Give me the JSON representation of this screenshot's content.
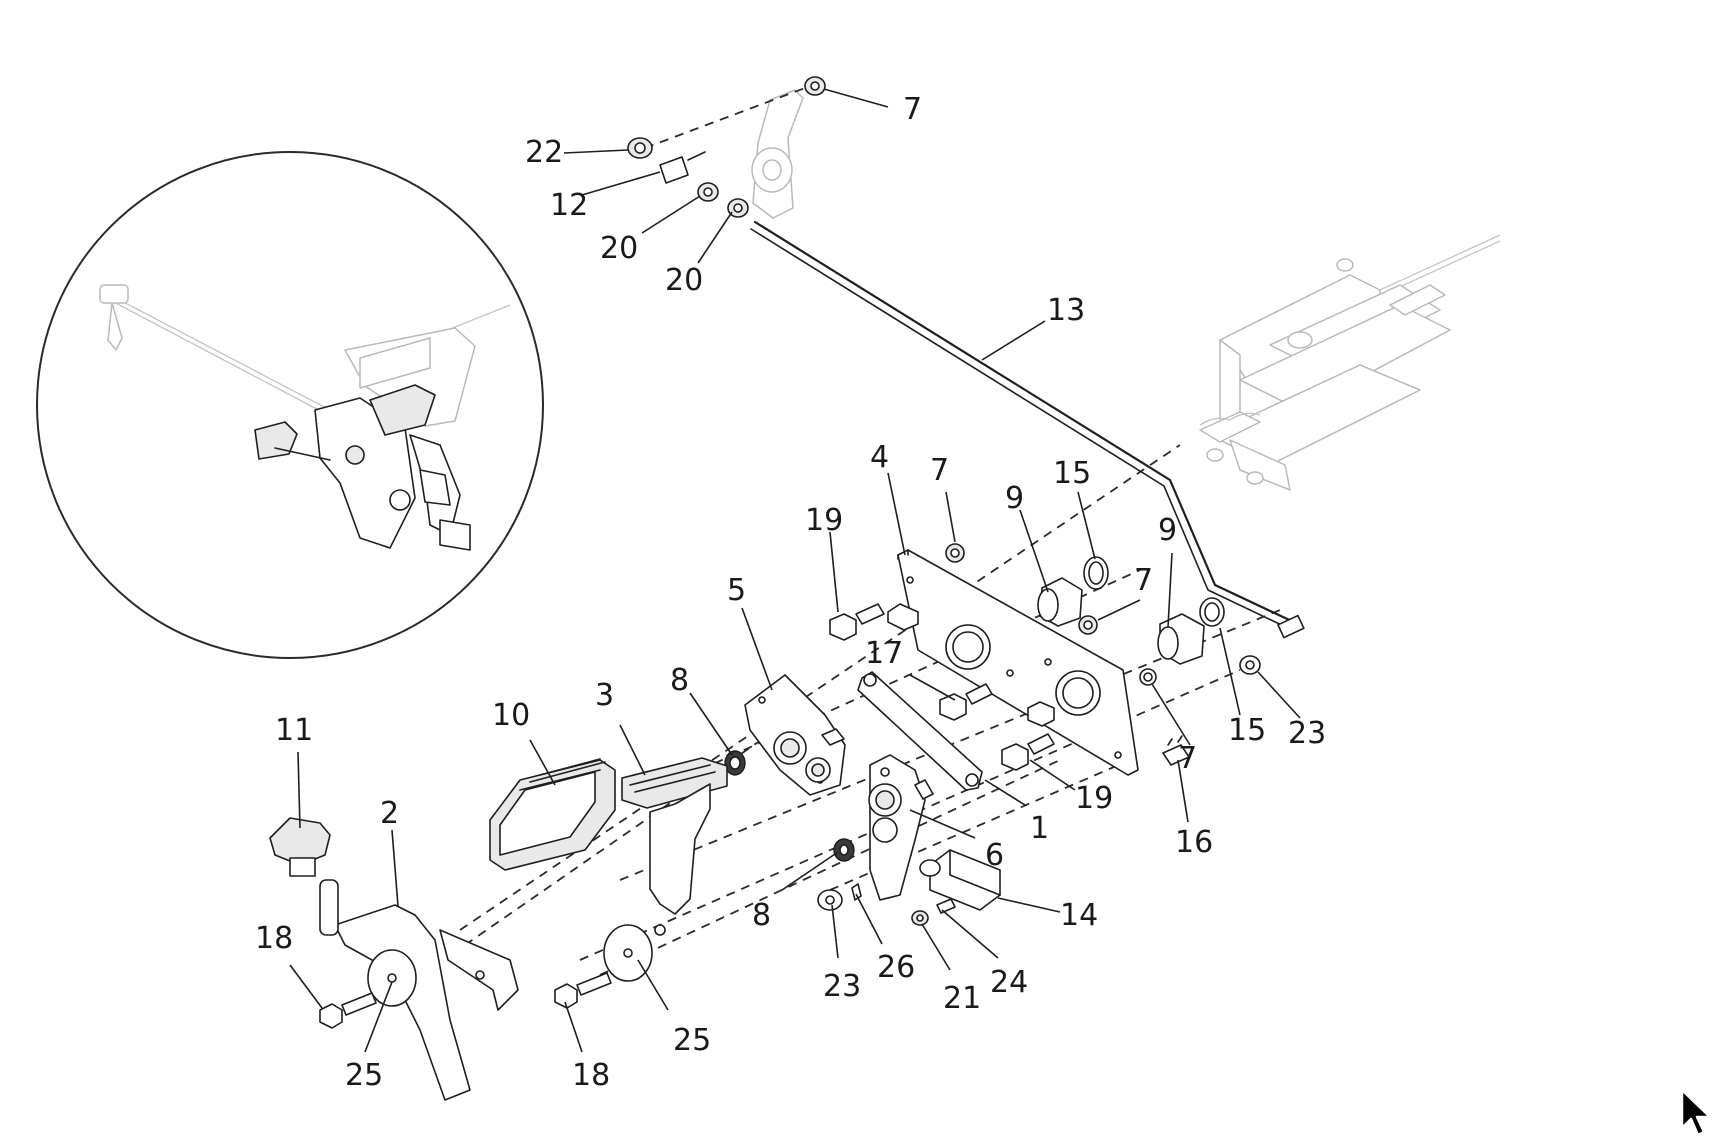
{
  "diagram": {
    "type": "exploded parts diagram",
    "part_labels": {
      "p7a": "7",
      "p22": "22",
      "p12": "12",
      "p20a": "20",
      "p20b": "20",
      "p13": "13",
      "p4": "4",
      "p7b": "7",
      "p9a": "9",
      "p15a": "15",
      "p19a": "19",
      "p7c": "7",
      "p9b": "9",
      "p5": "5",
      "p17": "17",
      "p8a": "8",
      "p3": "3",
      "p10": "10",
      "p11": "11",
      "p2": "2",
      "p15b": "15",
      "p23a": "23",
      "p7d": "7",
      "p19b": "19",
      "p1": "1",
      "p16": "16",
      "p6": "6",
      "p14": "14",
      "p8b": "8",
      "p23b": "23",
      "p26": "26",
      "p21": "21",
      "p24": "24",
      "p18a": "18",
      "p25a": "25",
      "p18b": "18",
      "p25b": "25"
    },
    "colors": {
      "line": "#1e1e1e",
      "ghost": "#b9b9b9",
      "background": "#ffffff"
    },
    "icons": {
      "cursor": "mouse-pointer-icon"
    }
  }
}
